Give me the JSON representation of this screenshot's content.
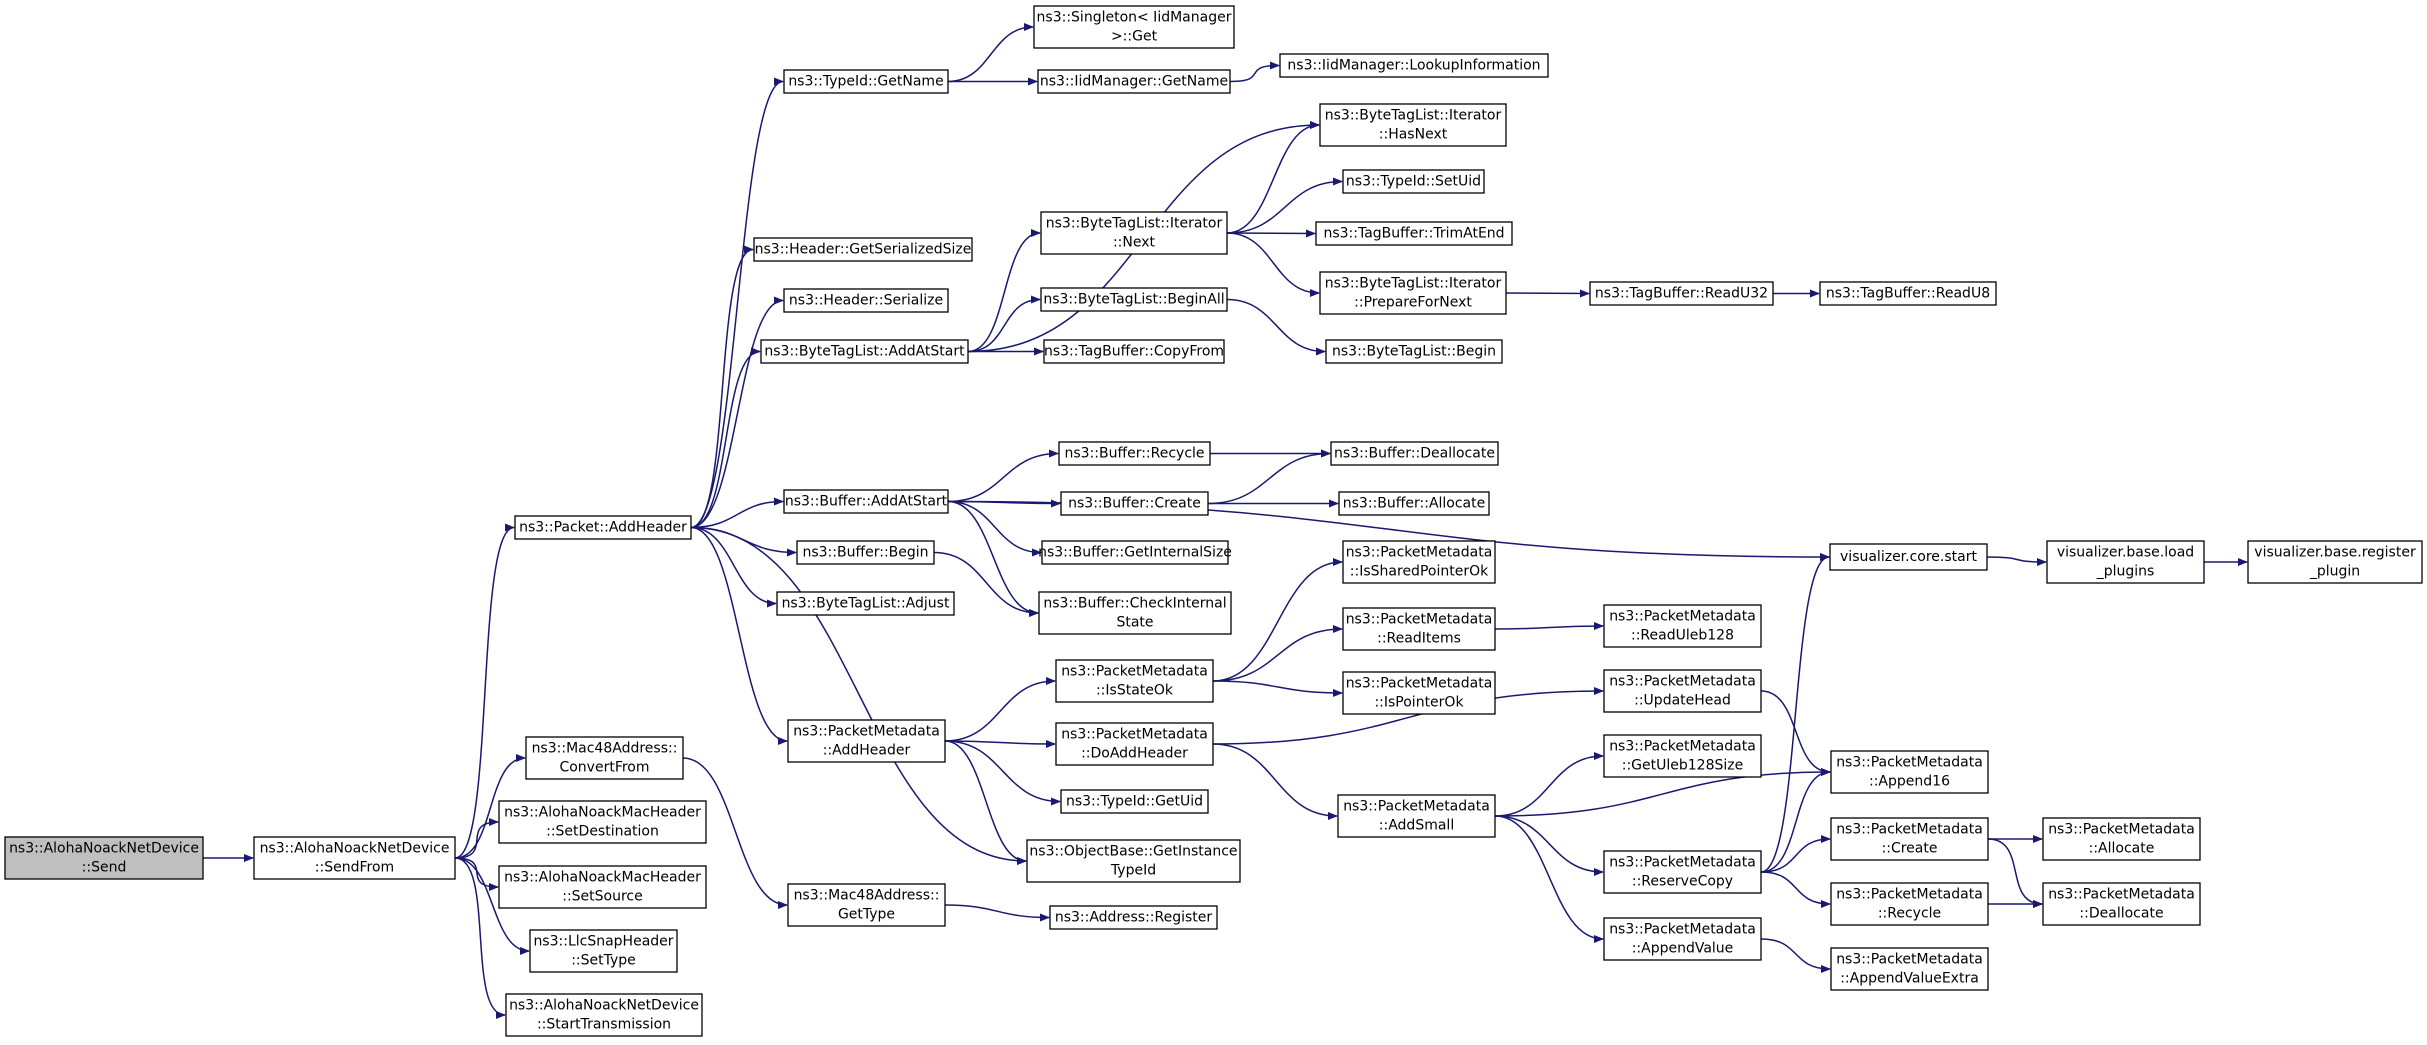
{
  "graph": {
    "colors": {
      "edge": "#191970",
      "root_fill": "#bfbfbf",
      "node_fill": "#ffffff",
      "node_border": "#000000"
    },
    "nodes": [
      {
        "id": "send",
        "lines": [
          "ns3::AlohaNoackNetDevice",
          "::Send"
        ],
        "root": true
      },
      {
        "id": "sendfrom",
        "lines": [
          "ns3::AlohaNoackNetDevice",
          "::SendFrom"
        ]
      },
      {
        "id": "addheader",
        "lines": [
          "ns3::Packet::AddHeader"
        ]
      },
      {
        "id": "convertfrom",
        "lines": [
          "ns3::Mac48Address::",
          "ConvertFrom"
        ]
      },
      {
        "id": "setdest",
        "lines": [
          "ns3::AlohaNoackMacHeader",
          "::SetDestination"
        ]
      },
      {
        "id": "setsource",
        "lines": [
          "ns3::AlohaNoackMacHeader",
          "::SetSource"
        ]
      },
      {
        "id": "settype",
        "lines": [
          "ns3::LlcSnapHeader",
          "::SetType"
        ]
      },
      {
        "id": "starttx",
        "lines": [
          "ns3::AlohaNoackNetDevice",
          "::StartTransmission"
        ]
      },
      {
        "id": "typeid_getname",
        "lines": [
          "ns3::TypeId::GetName"
        ]
      },
      {
        "id": "hdr_getsize",
        "lines": [
          "ns3::Header::GetSerializedSize"
        ]
      },
      {
        "id": "hdr_serialize",
        "lines": [
          "ns3::Header::Serialize"
        ]
      },
      {
        "id": "btl_addatstart",
        "lines": [
          "ns3::ByteTagList::AddAtStart"
        ]
      },
      {
        "id": "buf_addatstart",
        "lines": [
          "ns3::Buffer::AddAtStart"
        ]
      },
      {
        "id": "buf_begin",
        "lines": [
          "ns3::Buffer::Begin"
        ]
      },
      {
        "id": "btl_adjust",
        "lines": [
          "ns3::ByteTagList::Adjust"
        ]
      },
      {
        "id": "pm_addheader",
        "lines": [
          "ns3::PacketMetadata",
          "::AddHeader"
        ]
      },
      {
        "id": "mac_gettype",
        "lines": [
          "ns3::Mac48Address::",
          "GetType"
        ]
      },
      {
        "id": "singleton_get",
        "lines": [
          "ns3::Singleton< IidManager",
          ">::Get"
        ]
      },
      {
        "id": "iid_getname",
        "lines": [
          "ns3::IidManager::GetName"
        ]
      },
      {
        "id": "iid_lookup",
        "lines": [
          "ns3::IidManager::LookupInformation"
        ]
      },
      {
        "id": "btli_hasnext",
        "lines": [
          "ns3::ByteTagList::Iterator",
          "::HasNext"
        ]
      },
      {
        "id": "btli_next",
        "lines": [
          "ns3::ByteTagList::Iterator",
          "::Next"
        ]
      },
      {
        "id": "typeid_setuid",
        "lines": [
          "ns3::TypeId::SetUid"
        ]
      },
      {
        "id": "tb_trimatend",
        "lines": [
          "ns3::TagBuffer::TrimAtEnd"
        ]
      },
      {
        "id": "btli_prepare",
        "lines": [
          "ns3::ByteTagList::Iterator",
          "::PrepareForNext"
        ]
      },
      {
        "id": "tb_readu32",
        "lines": [
          "ns3::TagBuffer::ReadU32"
        ]
      },
      {
        "id": "tb_readu8",
        "lines": [
          "ns3::TagBuffer::ReadU8"
        ]
      },
      {
        "id": "btl_beginall",
        "lines": [
          "ns3::ByteTagList::BeginAll"
        ]
      },
      {
        "id": "tb_copyfrom",
        "lines": [
          "ns3::TagBuffer::CopyFrom"
        ]
      },
      {
        "id": "btl_begin",
        "lines": [
          "ns3::ByteTagList::Begin"
        ]
      },
      {
        "id": "buf_recycle",
        "lines": [
          "ns3::Buffer::Recycle"
        ]
      },
      {
        "id": "buf_create",
        "lines": [
          "ns3::Buffer::Create"
        ]
      },
      {
        "id": "buf_getinternal",
        "lines": [
          "ns3::Buffer::GetInternalSize"
        ]
      },
      {
        "id": "buf_checkinternal",
        "lines": [
          "ns3::Buffer::CheckInternal",
          "State"
        ]
      },
      {
        "id": "buf_dealloc",
        "lines": [
          "ns3::Buffer::Deallocate"
        ]
      },
      {
        "id": "buf_alloc",
        "lines": [
          "ns3::Buffer::Allocate"
        ]
      },
      {
        "id": "viz_start",
        "lines": [
          "visualizer.core.start"
        ]
      },
      {
        "id": "viz_load",
        "lines": [
          "visualizer.base.load",
          "_plugins"
        ]
      },
      {
        "id": "viz_register",
        "lines": [
          "visualizer.base.register",
          "_plugin"
        ]
      },
      {
        "id": "pm_isshared",
        "lines": [
          "ns3::PacketMetadata",
          "::IsSharedPointerOk"
        ]
      },
      {
        "id": "pm_readitems",
        "lines": [
          "ns3::PacketMetadata",
          "::ReadItems"
        ]
      },
      {
        "id": "pm_readuleb",
        "lines": [
          "ns3::PacketMetadata",
          "::ReadUleb128"
        ]
      },
      {
        "id": "pm_isstateok",
        "lines": [
          "ns3::PacketMetadata",
          "::IsStateOk"
        ]
      },
      {
        "id": "pm_ispointer",
        "lines": [
          "ns3::PacketMetadata",
          "::IsPointerOk"
        ]
      },
      {
        "id": "pm_doaddheader",
        "lines": [
          "ns3::PacketMetadata",
          "::DoAddHeader"
        ]
      },
      {
        "id": "pm_updatehead",
        "lines": [
          "ns3::PacketMetadata",
          "::UpdateHead"
        ]
      },
      {
        "id": "typeid_getuid",
        "lines": [
          "ns3::TypeId::GetUid"
        ]
      },
      {
        "id": "ob_getinstance",
        "lines": [
          "ns3::ObjectBase::GetInstance",
          "TypeId"
        ]
      },
      {
        "id": "addr_register",
        "lines": [
          "ns3::Address::Register"
        ]
      },
      {
        "id": "pm_addsmall",
        "lines": [
          "ns3::PacketMetadata",
          "::AddSmall"
        ]
      },
      {
        "id": "pm_getuleb",
        "lines": [
          "ns3::PacketMetadata",
          "::GetUleb128Size"
        ]
      },
      {
        "id": "pm_append16",
        "lines": [
          "ns3::PacketMetadata",
          "::Append16"
        ]
      },
      {
        "id": "pm_reservecopy",
        "lines": [
          "ns3::PacketMetadata",
          "::ReserveCopy"
        ]
      },
      {
        "id": "pm_appendvalue",
        "lines": [
          "ns3::PacketMetadata",
          "::AppendValue"
        ]
      },
      {
        "id": "pm_create",
        "lines": [
          "ns3::PacketMetadata",
          "::Create"
        ]
      },
      {
        "id": "pm_recycle",
        "lines": [
          "ns3::PacketMetadata",
          "::Recycle"
        ]
      },
      {
        "id": "pm_appendvalueextra",
        "lines": [
          "ns3::PacketMetadata",
          "::AppendValueExtra"
        ]
      },
      {
        "id": "pm_allocate",
        "lines": [
          "ns3::PacketMetadata",
          "::Allocate"
        ]
      },
      {
        "id": "pm_deallocate",
        "lines": [
          "ns3::PacketMetadata",
          "::Deallocate"
        ]
      }
    ],
    "edges": [
      [
        "send",
        "sendfrom"
      ],
      [
        "sendfrom",
        "addheader"
      ],
      [
        "sendfrom",
        "convertfrom"
      ],
      [
        "sendfrom",
        "setdest"
      ],
      [
        "sendfrom",
        "setsource"
      ],
      [
        "sendfrom",
        "settype"
      ],
      [
        "sendfrom",
        "starttx"
      ],
      [
        "convertfrom",
        "mac_gettype"
      ],
      [
        "addheader",
        "typeid_getname"
      ],
      [
        "addheader",
        "hdr_getsize"
      ],
      [
        "addheader",
        "hdr_serialize"
      ],
      [
        "addheader",
        "btl_addatstart"
      ],
      [
        "addheader",
        "buf_addatstart"
      ],
      [
        "addheader",
        "buf_begin"
      ],
      [
        "addheader",
        "btl_adjust"
      ],
      [
        "addheader",
        "pm_addheader"
      ],
      [
        "addheader",
        "ob_getinstance"
      ],
      [
        "typeid_getname",
        "singleton_get"
      ],
      [
        "typeid_getname",
        "iid_getname"
      ],
      [
        "iid_getname",
        "iid_lookup"
      ],
      [
        "btl_addatstart",
        "btli_hasnext"
      ],
      [
        "btl_addatstart",
        "btli_next"
      ],
      [
        "btl_addatstart",
        "btl_beginall"
      ],
      [
        "btl_addatstart",
        "tb_copyfrom"
      ],
      [
        "btli_next",
        "btli_hasnext"
      ],
      [
        "btli_next",
        "typeid_setuid"
      ],
      [
        "btli_next",
        "tb_trimatend"
      ],
      [
        "btli_next",
        "btli_prepare"
      ],
      [
        "btli_prepare",
        "tb_readu32"
      ],
      [
        "tb_readu32",
        "tb_readu8"
      ],
      [
        "btl_beginall",
        "btl_begin"
      ],
      [
        "buf_addatstart",
        "buf_recycle"
      ],
      [
        "buf_addatstart",
        "buf_create"
      ],
      [
        "buf_addatstart",
        "buf_getinternal"
      ],
      [
        "buf_addatstart",
        "buf_checkinternal"
      ],
      [
        "buf_addatstart",
        "viz_start"
      ],
      [
        "buf_begin",
        "buf_checkinternal"
      ],
      [
        "buf_recycle",
        "buf_dealloc"
      ],
      [
        "buf_create",
        "buf_dealloc"
      ],
      [
        "buf_create",
        "buf_alloc"
      ],
      [
        "viz_start",
        "viz_load"
      ],
      [
        "viz_load",
        "viz_register"
      ],
      [
        "pm_addheader",
        "pm_isstateok"
      ],
      [
        "pm_addheader",
        "pm_doaddheader"
      ],
      [
        "pm_addheader",
        "typeid_getuid"
      ],
      [
        "pm_addheader",
        "ob_getinstance"
      ],
      [
        "pm_isstateok",
        "pm_isshared"
      ],
      [
        "pm_isstateok",
        "pm_readitems"
      ],
      [
        "pm_isstateok",
        "pm_ispointer"
      ],
      [
        "pm_readitems",
        "pm_readuleb"
      ],
      [
        "pm_doaddheader",
        "pm_updatehead"
      ],
      [
        "pm_doaddheader",
        "pm_addsmall"
      ],
      [
        "pm_updatehead",
        "pm_append16"
      ],
      [
        "pm_addsmall",
        "pm_getuleb"
      ],
      [
        "pm_addsmall",
        "pm_append16"
      ],
      [
        "pm_addsmall",
        "pm_reservecopy"
      ],
      [
        "pm_addsmall",
        "pm_appendvalue"
      ],
      [
        "pm_reservecopy",
        "viz_start"
      ],
      [
        "pm_reservecopy",
        "pm_append16"
      ],
      [
        "pm_reservecopy",
        "pm_create"
      ],
      [
        "pm_reservecopy",
        "pm_recycle"
      ],
      [
        "pm_appendvalue",
        "pm_appendvalueextra"
      ],
      [
        "pm_create",
        "pm_allocate"
      ],
      [
        "pm_create",
        "pm_deallocate"
      ],
      [
        "pm_recycle",
        "pm_deallocate"
      ],
      [
        "mac_gettype",
        "addr_register"
      ]
    ]
  }
}
